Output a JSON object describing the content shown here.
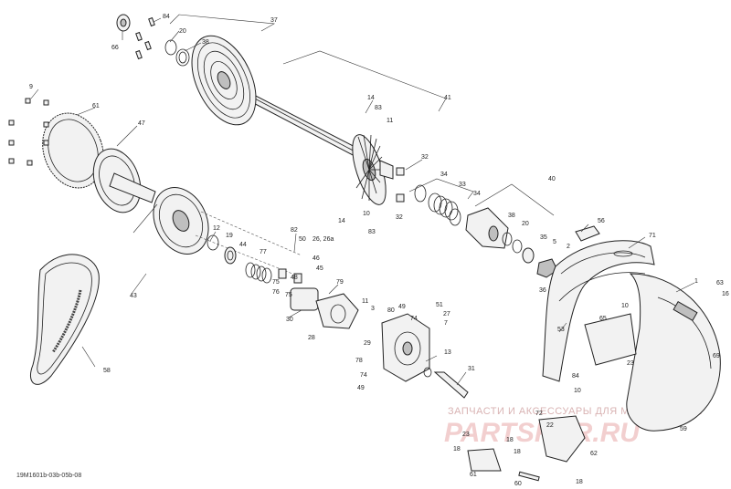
{
  "figure_code": "19M1601b-03b-05b-08",
  "watermark": {
    "text": "ЗАПЧАСТИ И АКСЕССУАРЫ ДЛЯ МОТОТЕХНИКИ",
    "logo": "PARTSFOR.RU"
  },
  "callouts": {
    "c84": "84",
    "c66": "66",
    "c20a": "20",
    "c38a": "38",
    "c37": "37",
    "c9": "9",
    "c61": "61",
    "c47": "47",
    "c41": "41",
    "c14a": "14",
    "c83a": "83",
    "c11a": "11",
    "c32a": "32",
    "c34a": "34",
    "c33": "33",
    "c34b": "34",
    "c32b": "32",
    "c14b": "14",
    "c10a": "10",
    "c83b": "83",
    "c40": "40",
    "c38b": "38",
    "c20b": "20",
    "c35": "35",
    "c5": "5",
    "c2": "2",
    "c36": "36",
    "c56": "56",
    "c71": "71",
    "c12": "12",
    "c19": "19",
    "c44": "44",
    "c77": "77",
    "c82": "82",
    "c50": "50",
    "c26": "26, 26a",
    "c46": "46",
    "c75a": "75",
    "c48": "48",
    "c45": "45",
    "c79": "79",
    "c76": "76",
    "c75b": "75",
    "c43": "43",
    "c30": "30",
    "c11b": "11",
    "c3": "3",
    "c80": "80",
    "c28": "28",
    "c29": "29",
    "c49a": "49",
    "c74a": "74",
    "c51": "51",
    "c27": "27",
    "c7": "7",
    "c78": "78",
    "c74b": "74",
    "c49b": "49",
    "c13": "13",
    "c31": "31",
    "c58": "58",
    "c1": "1",
    "c63": "63",
    "c16": "16",
    "c10b": "10",
    "c65": "65",
    "c53": "53",
    "c84b": "84",
    "c23a": "23",
    "c69": "69",
    "c10c": "10",
    "c18a": "18",
    "c72": "72",
    "c22": "22",
    "c23b": "23",
    "c18b": "18",
    "c18c": "18",
    "c62": "62",
    "c61b": "61",
    "c60": "60",
    "c18d": "18",
    "c59": "59"
  }
}
